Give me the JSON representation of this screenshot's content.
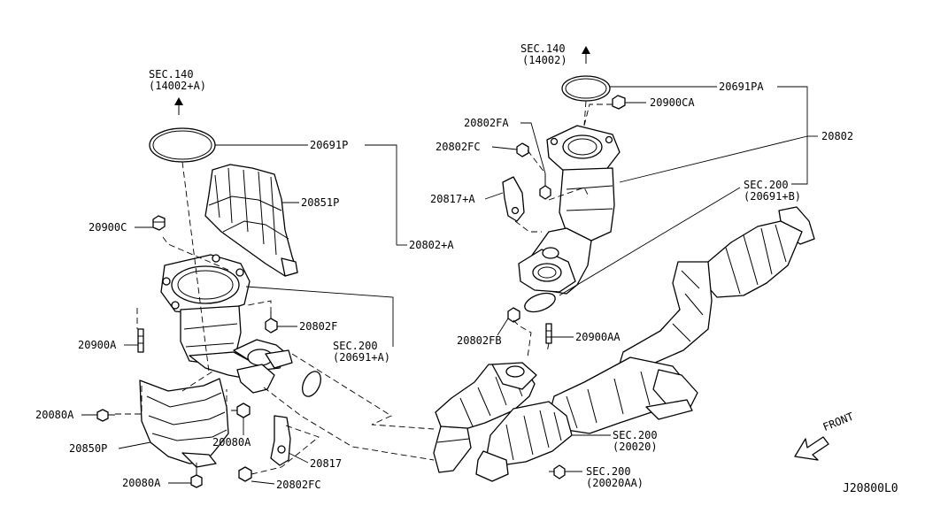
{
  "diagram_id": "J20800L0",
  "direction_label": "FRONT",
  "callouts": {
    "sec140_left": "SEC.140",
    "sec140_left_ref": "(14002+A)",
    "sec140_right": "SEC.140",
    "sec140_right_ref": "(14002)",
    "p20691P": "20691P",
    "p20851P": "20851P",
    "p20900C": "20900C",
    "p20802A": "20802+A",
    "p20802F": "20802F",
    "p20900A": "20900A",
    "sec200_a": "SEC.200",
    "sec200_a_ref": "(20691+A)",
    "p20080A_1": "20080A",
    "p20080A_2": "20080A",
    "p20080A_3": "20080A",
    "p20850P": "20850P",
    "p20817": "20817",
    "p20802FC_1": "20802FC",
    "p20802FA": "20802FA",
    "p20802FC_2": "20802FC",
    "p20817A": "20817+A",
    "p20900CA": "20900CA",
    "p20691PA": "20691PA",
    "p20802": "20802",
    "sec200_b": "SEC.200",
    "sec200_b_ref": "(20691+B)",
    "p20802FB": "20802FB",
    "p20900AA": "20900AA",
    "sec200_c": "SEC.200",
    "sec200_c_ref": "(20020)",
    "sec200_d": "SEC.200",
    "sec200_d_ref": "(20020AA)"
  }
}
